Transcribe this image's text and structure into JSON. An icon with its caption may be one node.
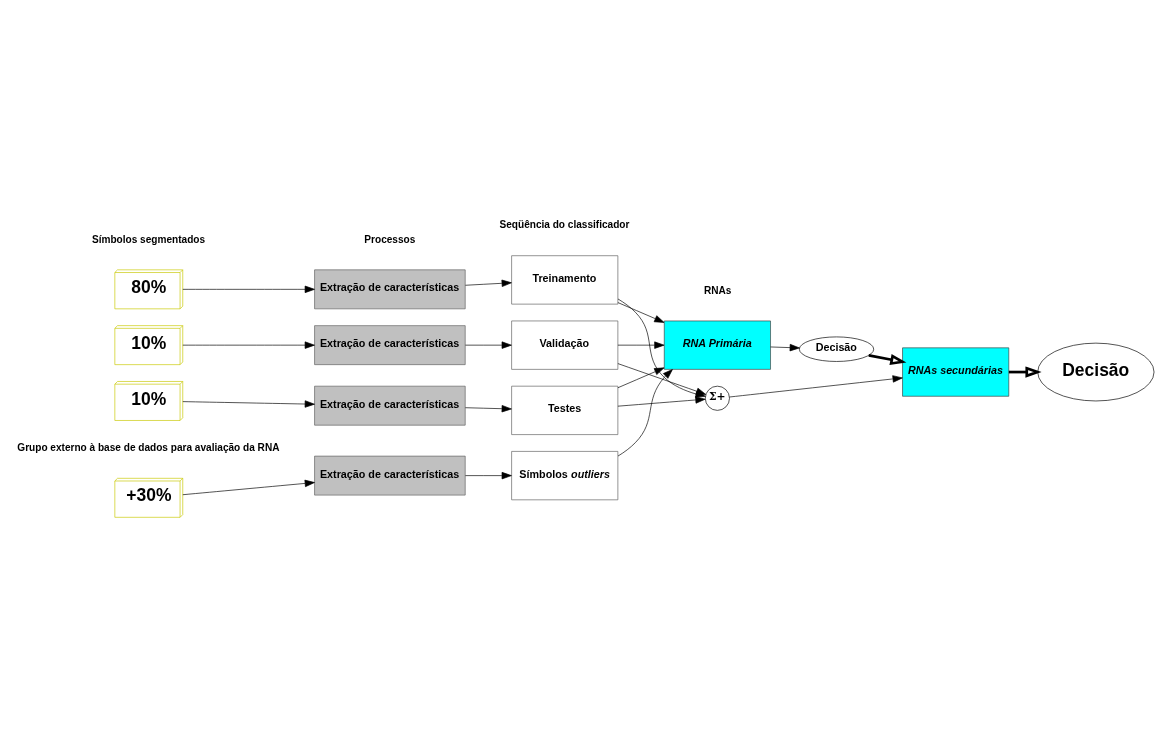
{
  "diagram": {
    "nodes": [
      {
        "text": [
          "80%"
        ]
      },
      {
        "text": [
          "Extração de características"
        ]
      },
      {
        "text": [
          "Treinamento"
        ]
      },
      {
        "text": [
          "10%"
        ]
      },
      {
        "text": [
          "Extração de características"
        ]
      },
      {
        "text": [
          "Validação"
        ]
      },
      {
        "text": [
          "10%"
        ]
      },
      {
        "text": [
          "Extração de características"
        ]
      },
      {
        "text": [
          "Testes"
        ]
      },
      {
        "text": [
          "+30%"
        ]
      },
      {
        "text": [
          "Extração de características"
        ]
      },
      {
        "text": [
          "Símbolos *outliers*"
        ]
      },
      {
        "text": [
          "RNA Primária"
        ]
      },
      {
        "text": [
          "Decisão"
        ]
      },
      {
        "text": [
          "Σ+"
        ]
      },
      {
        "text": [
          "RNAs secundárias"
        ]
      },
      {
        "text": [
          "Decisão"
        ]
      }
    ],
    "edges": [
      {
        "from": 0,
        "to": 1,
        "arrow": "to"
      },
      {
        "from": 1,
        "to": 2,
        "arrow": "to"
      },
      {
        "from": 3,
        "to": 4,
        "arrow": "to"
      },
      {
        "from": 4,
        "to": 5,
        "arrow": "to"
      },
      {
        "from": 6,
        "to": 7,
        "arrow": "to"
      },
      {
        "from": 7,
        "to": 8,
        "arrow": "to"
      },
      {
        "from": 9,
        "to": 10,
        "arrow": "to"
      },
      {
        "from": 10,
        "to": 11,
        "arrow": "to"
      },
      {
        "from": 2,
        "to": 12,
        "arrow": "to"
      },
      {
        "from": 2,
        "to": 14,
        "arrow": "to"
      },
      {
        "from": 5,
        "to": 12,
        "arrow": "to"
      },
      {
        "from": 5,
        "to": 14,
        "arrow": "to"
      },
      {
        "from": 8,
        "to": 12,
        "arrow": "to"
      },
      {
        "from": 8,
        "to": 14,
        "arrow": "to"
      },
      {
        "from": 11,
        "to": 12,
        "arrow": "to"
      },
      {
        "from": 12,
        "to": 13,
        "arrow": "to"
      },
      {
        "from": 14,
        "to": 15,
        "arrow": "to"
      },
      {
        "from": 13,
        "to": 15,
        "arrow": "to",
        "style": "thick"
      },
      {
        "from": 15,
        "to": 16,
        "arrow": "to",
        "style": "thick"
      }
    ],
    "labels": [
      "Símbolos segmentados",
      "Processos",
      "Seqüência do classificador",
      "RNAs",
      "Grupo externo à base de dados para avaliação da RNA"
    ]
  }
}
